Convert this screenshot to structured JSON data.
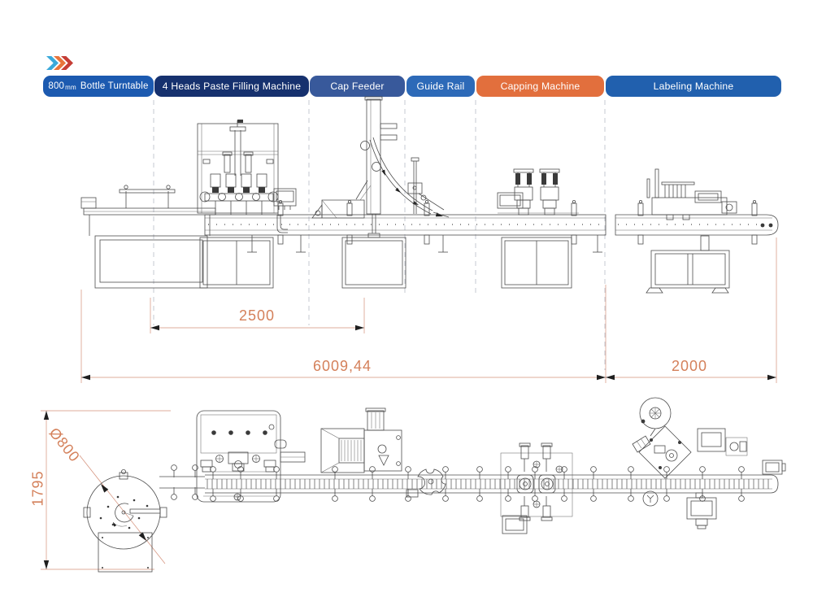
{
  "header": {
    "sections": [
      {
        "name": "bottle-turntable",
        "prefix": "800",
        "unit": "mm",
        "rest": "Bottle Turntable",
        "color": "#1c5ab0"
      },
      {
        "name": "filling-machine",
        "label": "4 Heads Paste Filling Machine",
        "color": "#16316e"
      },
      {
        "name": "cap-feeder",
        "label": "Cap Feeder",
        "color": "#38599b"
      },
      {
        "name": "guide-rail",
        "label": "Guide Rail",
        "color": "#2d6ab8"
      },
      {
        "name": "capping-machine",
        "label": "Capping Machine",
        "color": "#e26f3d"
      },
      {
        "name": "labeling-machine",
        "label": "Labeling Machine",
        "color": "#2160ae"
      }
    ]
  },
  "chevrons": [
    {
      "color": "#3aa9da"
    },
    {
      "color": "#e8743b"
    },
    {
      "color": "#c53d35"
    }
  ],
  "dimensions": {
    "filling_section_width": "2500",
    "main_line_length": "6009,44",
    "labeling_section_length": "2000",
    "turntable_diameter": "Ø800",
    "turntable_overall_depth": "1795",
    "text_color": "#d4805a"
  },
  "drawing": {
    "line_color": "#4d4d4d",
    "separator_color": "#c4c8d2"
  }
}
